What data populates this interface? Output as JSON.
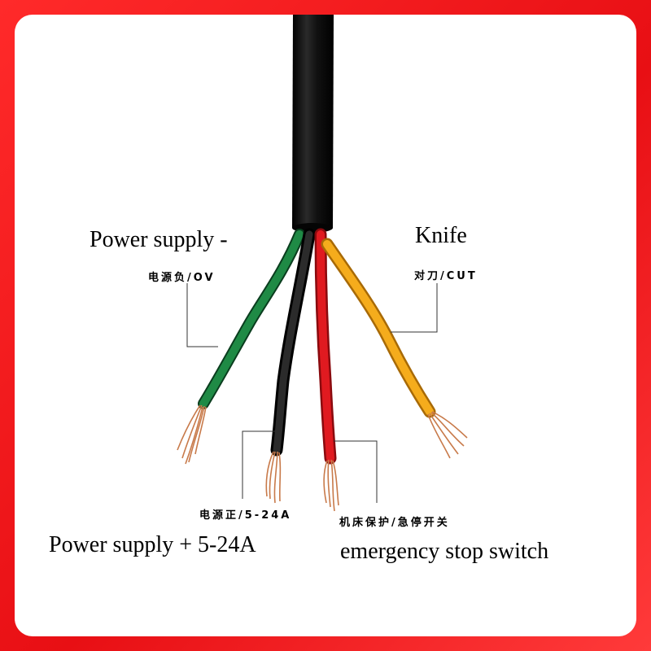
{
  "labels": {
    "power_neg_en": "Power supply -",
    "power_neg_cn": "电源负/OV",
    "knife_en": "Knife",
    "knife_cn": "对刀/CUT",
    "power_pos_cn": "电源正/5-24A",
    "power_pos_en": "Power supply + 5-24A",
    "estop_cn": "机床保护/急停开关",
    "estop_en": "emergency stop switch"
  },
  "colors": {
    "frame": "#e8141a",
    "sheath": "#111111",
    "wire_green": "#1a7a3e",
    "wire_black": "#141414",
    "wire_red": "#d9151b",
    "wire_yellow": "#f0a418",
    "copper": "#c87a4a"
  }
}
